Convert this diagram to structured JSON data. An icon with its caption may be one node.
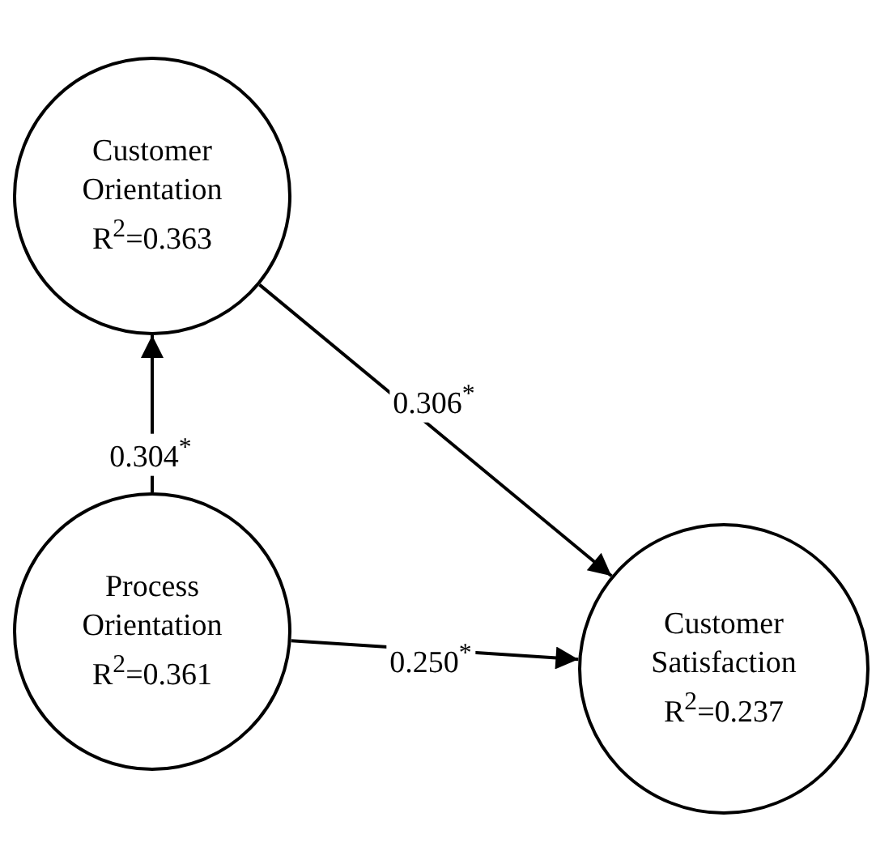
{
  "diagram": {
    "nodes": [
      {
        "text": [
          "Customer Orientation",
          "R$^{2}$=0.363"
        ]
      },
      {
        "text": [
          "Process Orientation",
          "R$^{2}$=0.361"
        ]
      },
      {
        "text": [
          "Customer Satisfaction",
          "R$^{2}$=0.237"
        ]
      }
    ],
    "edges": [
      {
        "from": 1,
        "to": 0,
        "arrow": "to",
        "label": "0.304$^{*}$"
      },
      {
        "from": 1,
        "to": 2,
        "arrow": "to",
        "label": "0.250$^{*}$"
      },
      {
        "from": 0,
        "to": 2,
        "arrow": "to",
        "label": "0.306$^{*}$"
      }
    ]
  }
}
